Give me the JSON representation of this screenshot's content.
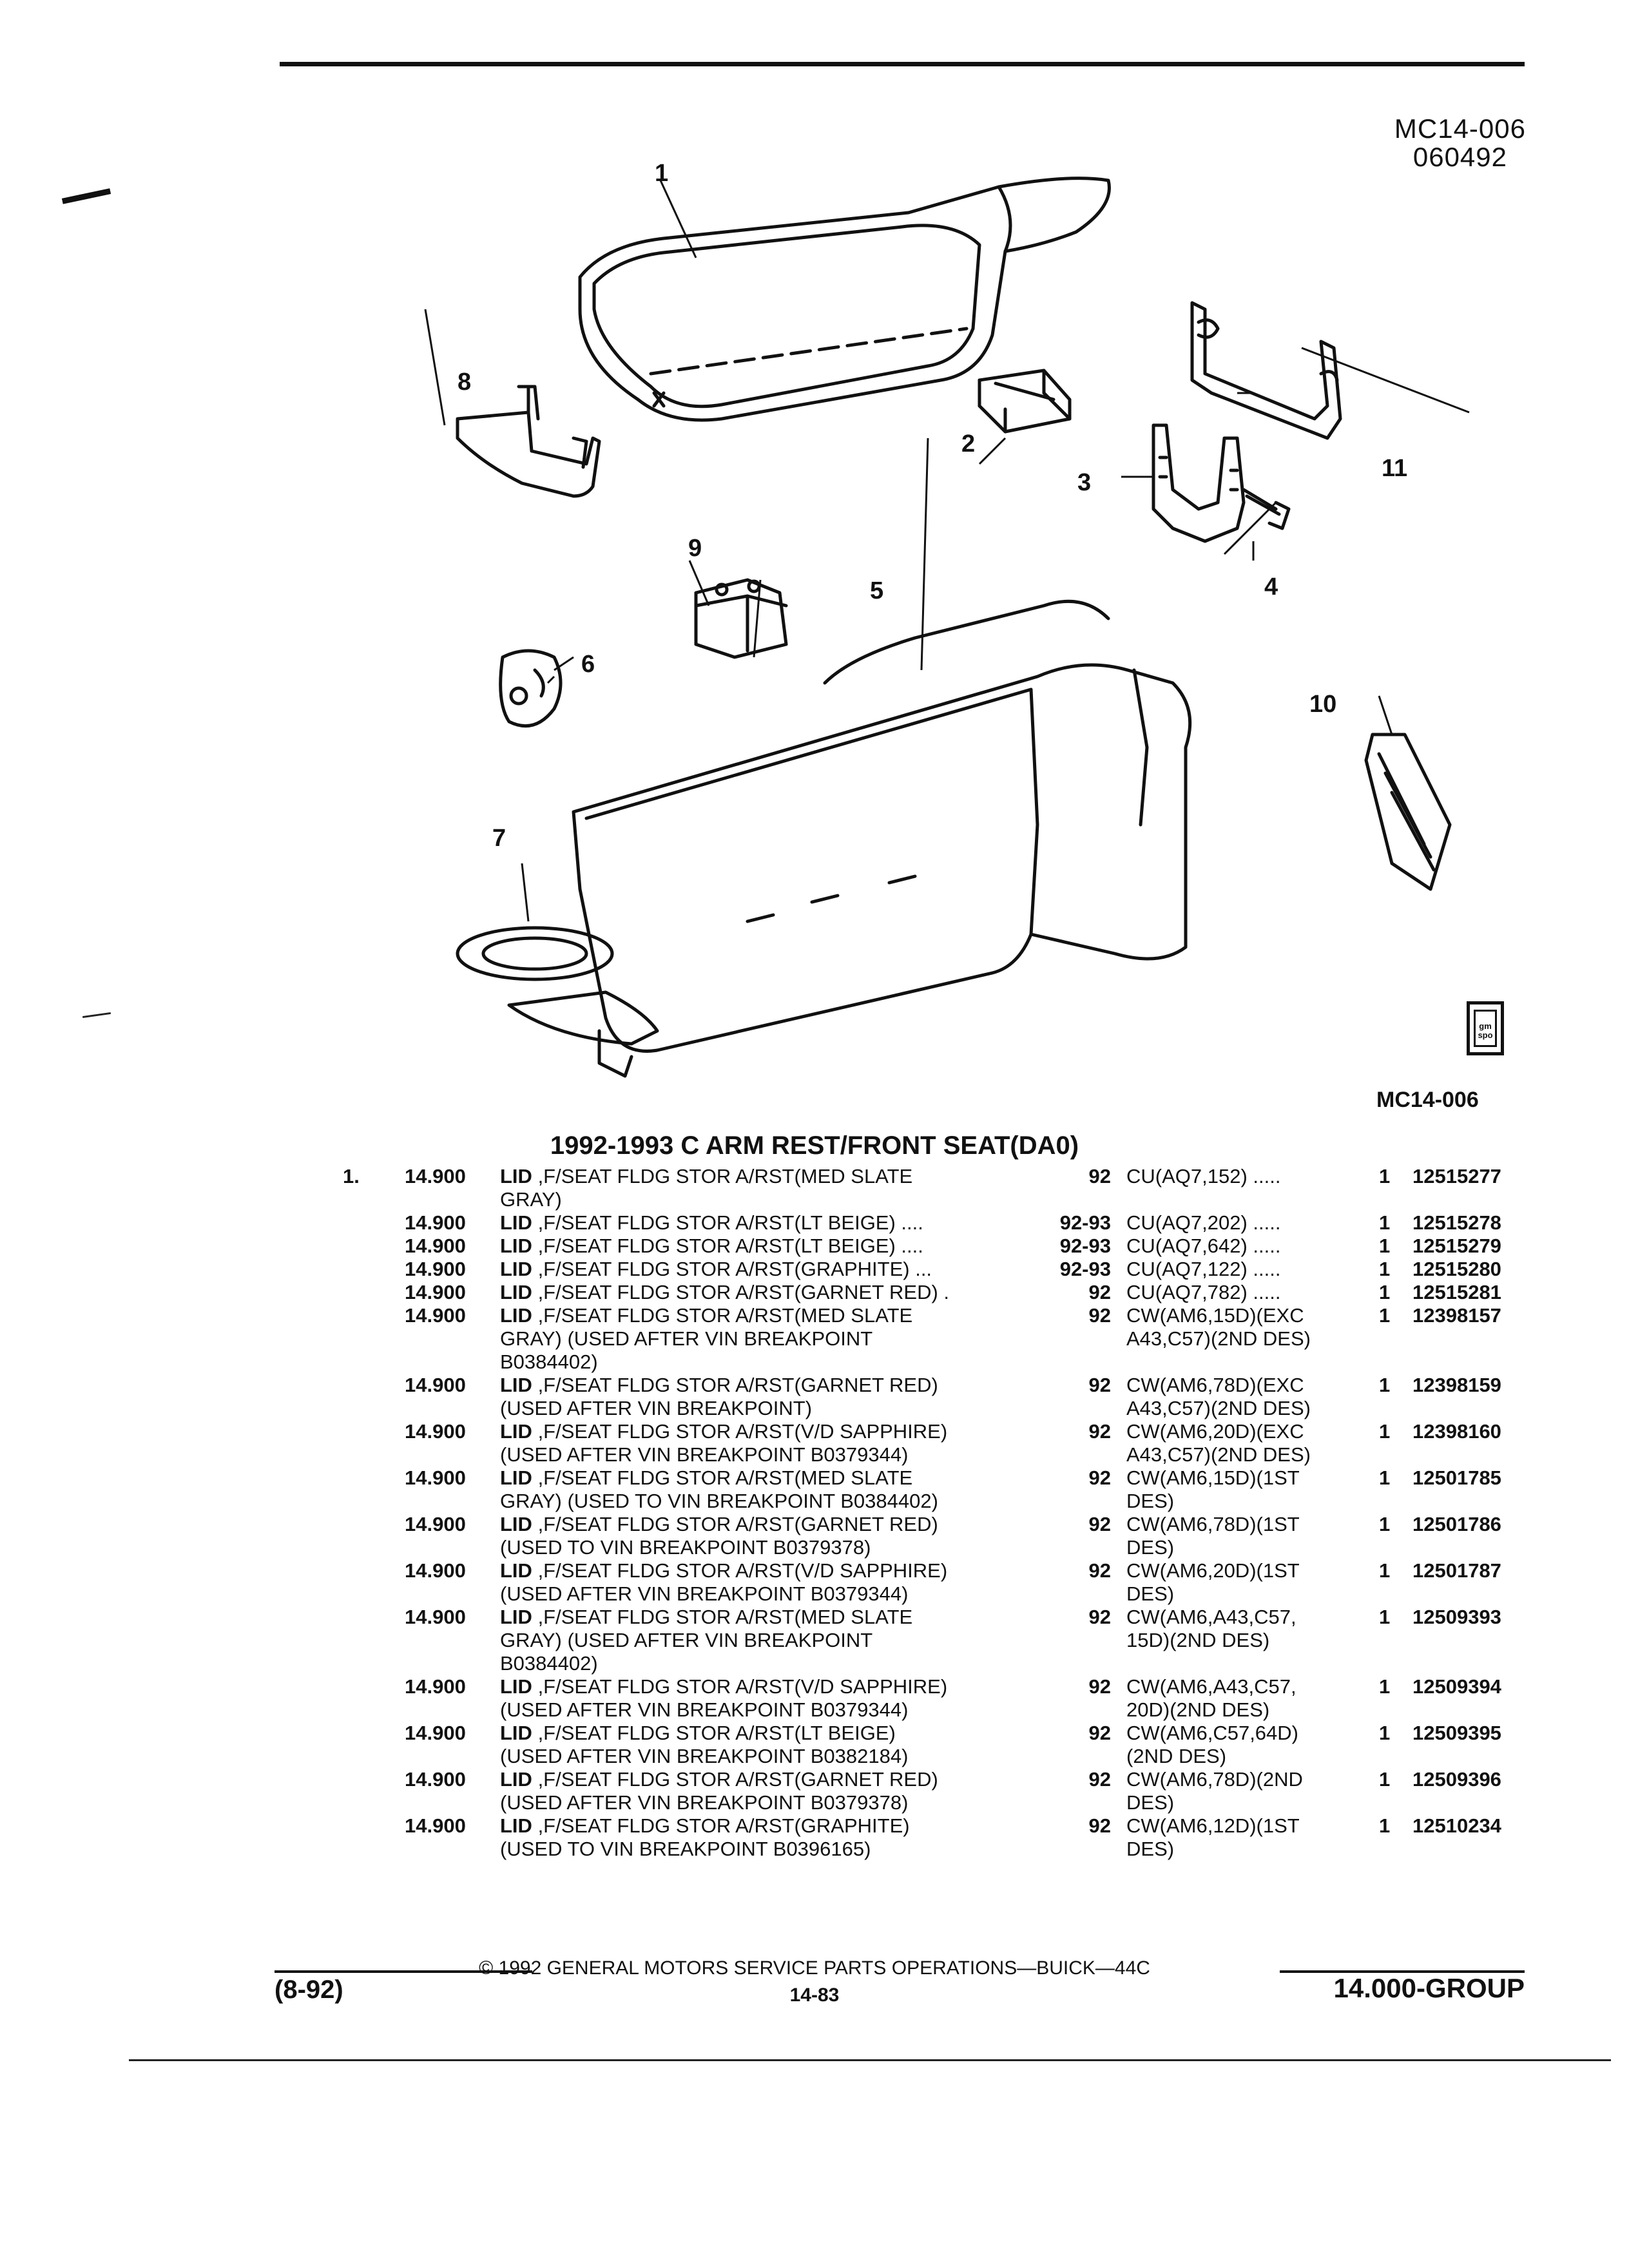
{
  "header": {
    "figure_code": "MC14-006",
    "date_code": "060492"
  },
  "callouts": [
    "1",
    "2",
    "3",
    "4",
    "5",
    "6",
    "7",
    "8",
    "9",
    "10",
    "11"
  ],
  "figure_label": "MC14-006",
  "logo_text": "gm spo",
  "section_title": "1992-1993 C ARM REST/FRONT SEAT(DA0)",
  "parts": [
    {
      "idx": "1.",
      "group": "14.900",
      "name": "LID",
      "desc": ",F/SEAT FLDG STOR A/RST(MED SLATE",
      "desc2": "GRAY)",
      "desc3": "",
      "dots": "",
      "years": "92",
      "code": "CU(AQ7,152) .....",
      "code2": "",
      "qty": "1",
      "part_no": "12515277"
    },
    {
      "idx": "",
      "group": "14.900",
      "name": "LID",
      "desc": ",F/SEAT FLDG STOR A/RST(LT BEIGE) ....",
      "desc2": "",
      "desc3": "",
      "dots": "",
      "years": "92-93",
      "code": "CU(AQ7,202) .....",
      "code2": "",
      "qty": "1",
      "part_no": "12515278"
    },
    {
      "idx": "",
      "group": "14.900",
      "name": "LID",
      "desc": ",F/SEAT FLDG STOR A/RST(LT BEIGE) ....",
      "desc2": "",
      "desc3": "",
      "dots": "",
      "years": "92-93",
      "code": "CU(AQ7,642) .....",
      "code2": "",
      "qty": "1",
      "part_no": "12515279"
    },
    {
      "idx": "",
      "group": "14.900",
      "name": "LID",
      "desc": ",F/SEAT FLDG STOR A/RST(GRAPHITE) ...",
      "desc2": "",
      "desc3": "",
      "dots": "",
      "years": "92-93",
      "code": "CU(AQ7,122) .....",
      "code2": "",
      "qty": "1",
      "part_no": "12515280"
    },
    {
      "idx": "",
      "group": "14.900",
      "name": "LID",
      "desc": ",F/SEAT FLDG STOR A/RST(GARNET RED) .",
      "desc2": "",
      "desc3": "",
      "dots": "",
      "years": "92",
      "code": "CU(AQ7,782) .....",
      "code2": "",
      "qty": "1",
      "part_no": "12515281"
    },
    {
      "idx": "",
      "group": "14.900",
      "name": "LID",
      "desc": ",F/SEAT FLDG STOR A/RST(MED SLATE",
      "desc2": "GRAY) (USED AFTER VIN BREAKPOINT",
      "desc3": "B0384402)",
      "dots": "",
      "years": "92",
      "code": "CW(AM6,15D)(EXC",
      "code2": "A43,C57)(2ND DES)",
      "qty": "1",
      "part_no": "12398157"
    },
    {
      "idx": "",
      "group": "14.900",
      "name": "LID",
      "desc": ",F/SEAT FLDG STOR A/RST(GARNET RED)",
      "desc2": "(USED AFTER VIN BREAKPOINT)",
      "desc3": "",
      "dots": "",
      "years": "92",
      "code": "CW(AM6,78D)(EXC",
      "code2": "A43,C57)(2ND DES)",
      "qty": "1",
      "part_no": "12398159"
    },
    {
      "idx": "",
      "group": "14.900",
      "name": "LID",
      "desc": ",F/SEAT FLDG STOR A/RST(V/D SAPPHIRE)",
      "desc2": "(USED AFTER VIN BREAKPOINT B0379344)",
      "desc3": "",
      "dots": "",
      "years": "92",
      "code": "CW(AM6,20D)(EXC",
      "code2": "A43,C57)(2ND DES)",
      "qty": "1",
      "part_no": "12398160"
    },
    {
      "idx": "",
      "group": "14.900",
      "name": "LID",
      "desc": ",F/SEAT FLDG STOR A/RST(MED SLATE",
      "desc2": "GRAY) (USED TO VIN BREAKPOINT B0384402)",
      "desc3": "",
      "dots": "",
      "years": "92",
      "code": "CW(AM6,15D)(1ST",
      "code2": "DES)",
      "qty": "1",
      "part_no": "12501785"
    },
    {
      "idx": "",
      "group": "14.900",
      "name": "LID",
      "desc": ",F/SEAT FLDG STOR A/RST(GARNET RED)",
      "desc2": "(USED TO VIN BREAKPOINT B0379378)",
      "desc3": "",
      "dots": "",
      "years": "92",
      "code": "CW(AM6,78D)(1ST",
      "code2": "DES)",
      "qty": "1",
      "part_no": "12501786"
    },
    {
      "idx": "",
      "group": "14.900",
      "name": "LID",
      "desc": ",F/SEAT FLDG STOR A/RST(V/D SAPPHIRE)",
      "desc2": "(USED AFTER VIN BREAKPOINT B0379344)",
      "desc3": "",
      "dots": "",
      "years": "92",
      "code": "CW(AM6,20D)(1ST",
      "code2": "DES)",
      "qty": "1",
      "part_no": "12501787"
    },
    {
      "idx": "",
      "group": "14.900",
      "name": "LID",
      "desc": ",F/SEAT FLDG STOR A/RST(MED SLATE",
      "desc2": "GRAY) (USED AFTER VIN BREAKPOINT",
      "desc3": "B0384402)",
      "dots": "",
      "years": "92",
      "code": "CW(AM6,A43,C57,",
      "code2": "15D)(2ND DES)",
      "qty": "1",
      "part_no": "12509393"
    },
    {
      "idx": "",
      "group": "14.900",
      "name": "LID",
      "desc": ",F/SEAT FLDG STOR A/RST(V/D SAPPHIRE)",
      "desc2": "(USED AFTER VIN BREAKPOINT B0379344)",
      "desc3": "",
      "dots": "",
      "years": "92",
      "code": "CW(AM6,A43,C57,",
      "code2": "20D)(2ND DES)",
      "qty": "1",
      "part_no": "12509394"
    },
    {
      "idx": "",
      "group": "14.900",
      "name": "LID",
      "desc": ",F/SEAT FLDG STOR A/RST(LT BEIGE)",
      "desc2": "(USED AFTER VIN BREAKPOINT B0382184)",
      "desc3": "",
      "dots": "",
      "years": "92",
      "code": "CW(AM6,C57,64D)",
      "code2": "(2ND DES)",
      "qty": "1",
      "part_no": "12509395"
    },
    {
      "idx": "",
      "group": "14.900",
      "name": "LID",
      "desc": ",F/SEAT FLDG STOR A/RST(GARNET RED)",
      "desc2": "(USED AFTER VIN BREAKPOINT B0379378)",
      "desc3": "",
      "dots": "",
      "years": "92",
      "code": "CW(AM6,78D)(2ND",
      "code2": "DES)",
      "qty": "1",
      "part_no": "12509396"
    },
    {
      "idx": "",
      "group": "14.900",
      "name": "LID",
      "desc": ",F/SEAT FLDG STOR A/RST(GRAPHITE)",
      "desc2": "(USED TO VIN BREAKPOINT B0396165)",
      "desc3": "",
      "dots": "",
      "years": "92",
      "code": "CW(AM6,12D)(1ST",
      "code2": "DES)",
      "qty": "1",
      "part_no": "12510234"
    }
  ],
  "footer": {
    "copyright": "© 1992 GENERAL MOTORS SERVICE PARTS OPERATIONS—BUICK—44C",
    "date": "(8-92)",
    "page": "14-83",
    "group": "14.000-GROUP"
  }
}
